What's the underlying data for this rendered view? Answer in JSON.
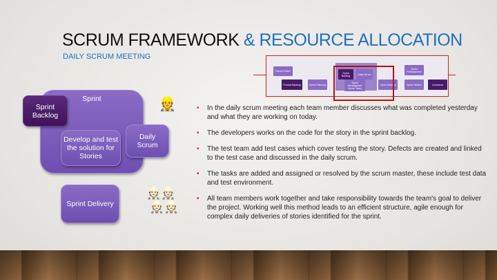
{
  "title": {
    "part1": "SCRUM FRAMEWORK",
    "part2": "& RESOURCE ALLOCATION"
  },
  "subtitle": "DAILY SCRUM MEETING",
  "diagram": {
    "nodes": [
      "Product Vision",
      "Product Backlog",
      "Sprint Planning",
      "Sprint Backlog",
      "Daily Scrum",
      "Sprint Development Scrum Team",
      "Sprint Delivery",
      "Sprint Retrospective",
      "Sprint Review",
      "Increment"
    ]
  },
  "boxes": {
    "sprint": "Sprint",
    "backlog": "Sprint Backlog",
    "develop": "Develop and test the solution for Stories",
    "daily": "Daily Scrum",
    "delivery": "Sprint Delivery"
  },
  "bullets": [
    "In the daily scrum meeting each team member discusses what was completed yesterday and what they are working on today.",
    "The developers works on the code for the story in the sprint backlog.",
    "The test team add test cases which cover testing the story. Defects are created and linked to the test case and discussed in the daily scrum.",
    "The tasks are added and assigned or resolved by the scrum master, these include test data and test environment.",
    "All team members work together and take responsibility towards the team's goal to deliver the project. Working well this method leads to an efficient structure,  agile enough for complex daily deliveries of stories identified for the sprint."
  ],
  "colors": {
    "accent": "#1f6fbf",
    "purple": "#7b5cb8",
    "dark_purple": "#4a1a6a",
    "red": "#c22222"
  }
}
